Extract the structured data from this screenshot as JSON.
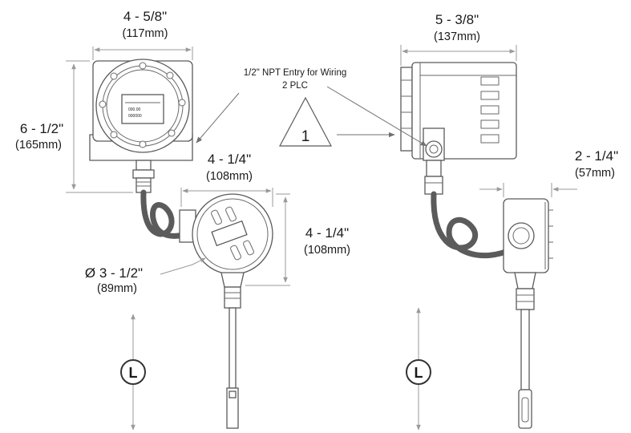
{
  "dimensions": {
    "front_width": {
      "inch": "4 - 5/8\"",
      "mm": "(117mm)"
    },
    "front_height": {
      "inch": "6 - 1/2\"",
      "mm": "(165mm)"
    },
    "remote_width": {
      "inch": "4 - 1/4\"",
      "mm": "(108mm)"
    },
    "remote_height": {
      "inch": "4 - 1/4\"",
      "mm": "(108mm)"
    },
    "remote_diameter": {
      "inch": "Ø 3 - 1/2\"",
      "mm": "(89mm)"
    },
    "side_width": {
      "inch": "5 - 3/8\"",
      "mm": "(137mm)"
    },
    "side_depth": {
      "inch": "2 - 1/4\"",
      "mm": "(57mm)"
    }
  },
  "note": {
    "line1": "1/2\" NPT Entry for Wiring",
    "line2": "2 PLC"
  },
  "callout_number": "1",
  "length_symbol": "L",
  "display": {
    "line1": "000.00",
    "line2": "000000"
  }
}
